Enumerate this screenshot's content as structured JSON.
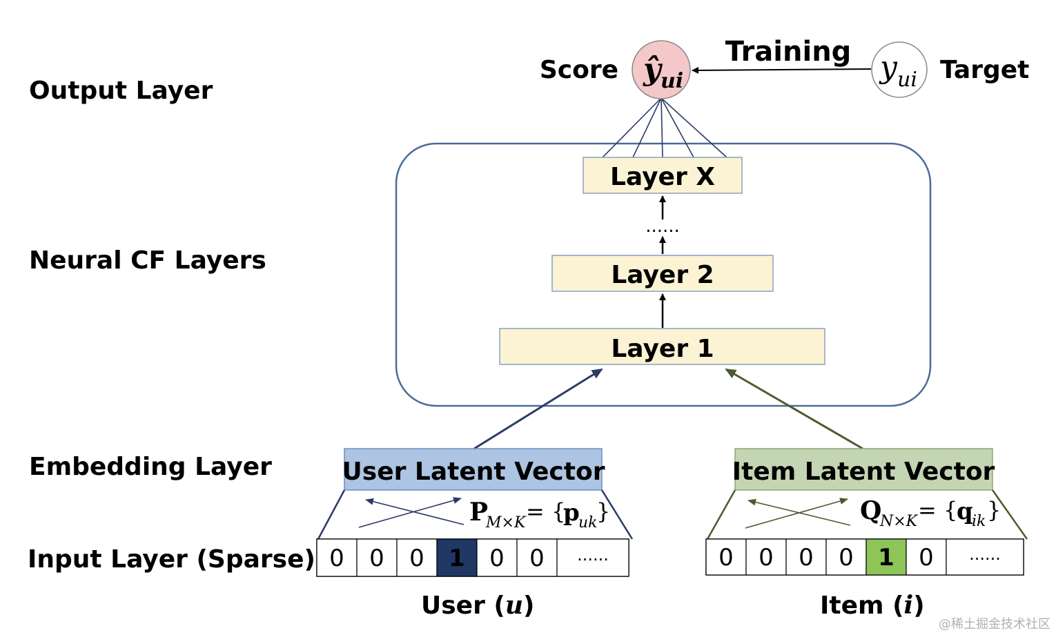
{
  "layers": {
    "output": "Output Layer",
    "neural_cf": "Neural CF Layers",
    "embedding": "Embedding Layer",
    "input": "Input Layer (Sparse)"
  },
  "output": {
    "score_label": "Score",
    "score_symbol": "ŷ",
    "score_subscript": "ui",
    "training_label": "Training",
    "target_symbol": "y",
    "target_subscript": "ui",
    "target_label": "Target"
  },
  "ncf": {
    "layer_x": "Layer X",
    "ellipsis": "......",
    "layer_2": "Layer 2",
    "layer_1": "Layer 1"
  },
  "embedding": {
    "user_vector": "User Latent Vector",
    "item_vector": "Item Latent Vector",
    "user_matrix": {
      "symbol": "P",
      "subscript": "M×K",
      "equals": " = {",
      "element": "p",
      "element_sub": "uk",
      "close": "}"
    },
    "item_matrix": {
      "symbol": "Q",
      "subscript": "N×K",
      "equals": " = {",
      "element": "q",
      "element_sub": "ik",
      "close": "}"
    }
  },
  "input": {
    "user_cells": [
      "0",
      "0",
      "0",
      "1",
      "0",
      "0",
      "......"
    ],
    "user_active_index": 3,
    "item_cells": [
      "0",
      "0",
      "0",
      "0",
      "1",
      "0",
      "......"
    ],
    "item_active_index": 4,
    "user_label": "User (",
    "user_var": "u",
    "item_label": "Item (",
    "item_var": "i",
    "close_paren": ")"
  },
  "watermark": "@稀土掘金技术社区",
  "colors": {
    "score_fill": "#f4c7c9",
    "layer_fill": "#fcf3d4",
    "user_fill": "#adc4e2",
    "item_fill": "#c3d5b2",
    "user_active_fill": "#1f3864",
    "item_active_fill": "#8dc559",
    "user_arrow": "#2b3a67",
    "item_arrow": "#4a5b2e",
    "frame_stroke": "#4a6b95"
  }
}
